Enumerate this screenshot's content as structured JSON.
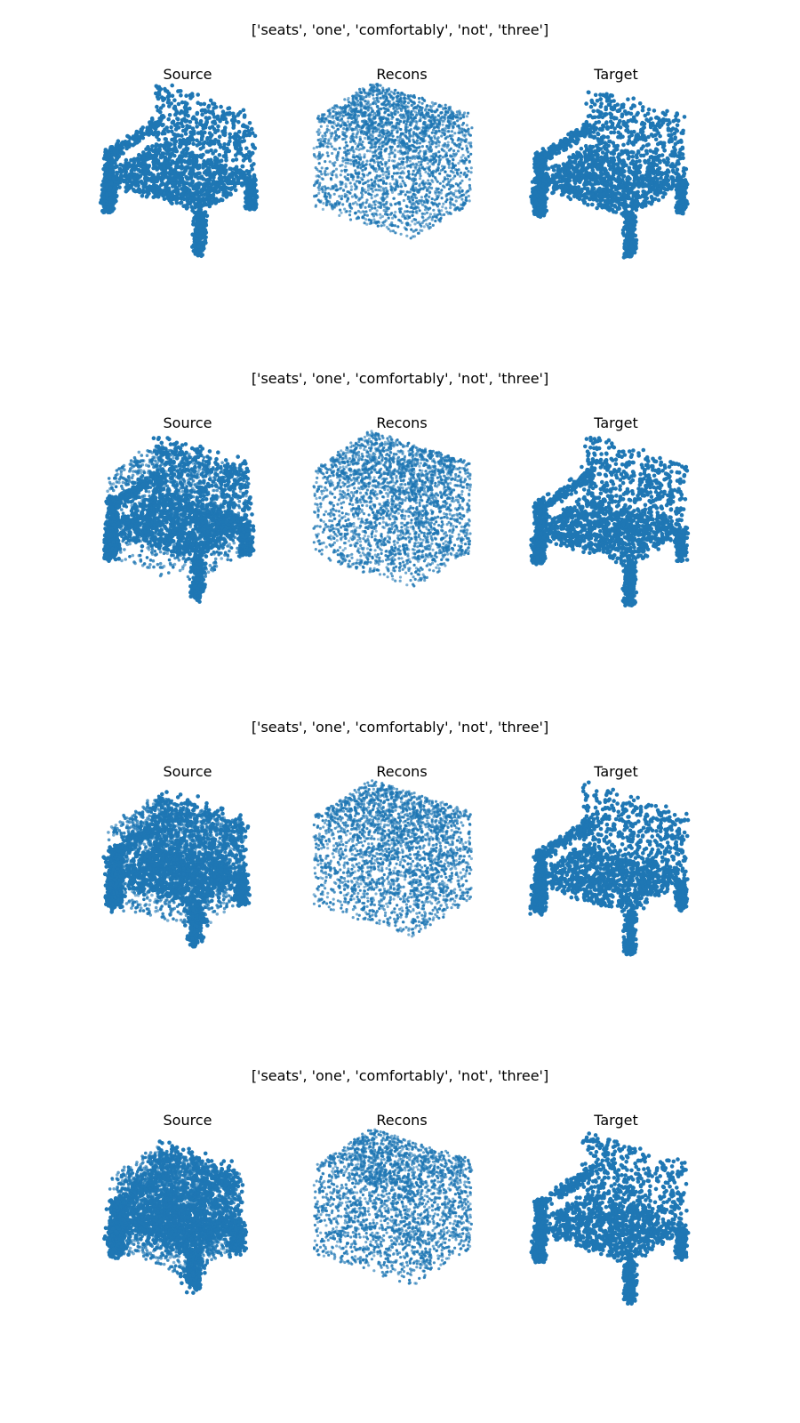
{
  "point_color": "#1f77b4",
  "rows": [
    {
      "caption": "['seats', 'one', 'comfortably', 'not', 'three']",
      "panels": [
        {
          "title": "Source"
        },
        {
          "title": "Recons"
        },
        {
          "title": "Target"
        }
      ]
    },
    {
      "caption": "['seats', 'one', 'comfortably', 'not', 'three']",
      "panels": [
        {
          "title": "Source"
        },
        {
          "title": "Recons"
        },
        {
          "title": "Target"
        }
      ]
    },
    {
      "caption": "['seats', 'one', 'comfortably', 'not', 'three']",
      "panels": [
        {
          "title": "Source"
        },
        {
          "title": "Recons"
        },
        {
          "title": "Target"
        }
      ]
    },
    {
      "caption": "['seats', 'one', 'comfortably', 'not', 'three']",
      "panels": [
        {
          "title": "Source"
        },
        {
          "title": "Recons"
        },
        {
          "title": "Target"
        }
      ]
    }
  ]
}
